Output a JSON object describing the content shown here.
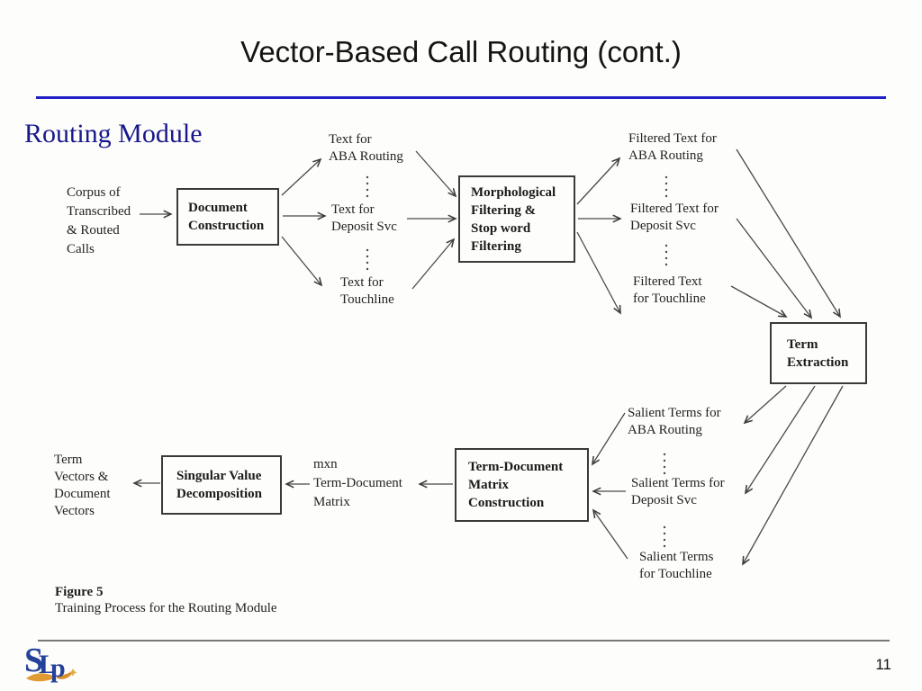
{
  "slide": {
    "title": "Vector-Based Call Routing (cont.)",
    "heading": "Routing Module",
    "page_number": "11",
    "colors": {
      "title_rule_blue": "#2121c6",
      "heading_blue": "#18188c",
      "diagram_ink": "#3d3d3d",
      "footer_line_gray": "#787878",
      "logo_blue": "#25429b",
      "logo_orange": "#e09b35"
    },
    "logo": {
      "letters": [
        "S",
        "L",
        "p"
      ]
    }
  },
  "diagram": {
    "boxes": {
      "doc_construction": {
        "lines": [
          "Document",
          "Construction"
        ]
      },
      "morph_filtering": {
        "lines": [
          "Morphological",
          "Filtering &",
          "Stop word",
          "Filtering"
        ]
      },
      "term_extraction": {
        "lines": [
          "Term",
          "Extraction"
        ]
      },
      "td_matrix": {
        "lines": [
          "Term-Document",
          "Matrix",
          "Construction"
        ]
      },
      "svd": {
        "lines": [
          "Singular Value",
          "Decomposition"
        ]
      }
    },
    "labels": {
      "corpus": {
        "lines": [
          "Corpus of",
          "Transcribed",
          "& Routed",
          "Calls"
        ]
      },
      "text_aba": {
        "lines": [
          "Text for",
          "ABA Routing"
        ]
      },
      "text_deposit": {
        "lines": [
          "Text for",
          "Deposit Svc"
        ]
      },
      "text_touchline": {
        "lines": [
          "Text for",
          "Touchline"
        ]
      },
      "filtered_aba": {
        "lines": [
          "Filtered Text for",
          "ABA Routing"
        ]
      },
      "filtered_deposit": {
        "lines": [
          "Filtered Text for",
          "Deposit Svc"
        ]
      },
      "filtered_touchline": {
        "lines": [
          "Filtered Text",
          "for Touchline"
        ]
      },
      "salient_aba": {
        "lines": [
          "Salient Terms for",
          "ABA Routing"
        ]
      },
      "salient_deposit": {
        "lines": [
          "Salient Terms for",
          "Deposit Svc"
        ]
      },
      "salient_touchline": {
        "lines": [
          "Salient Terms",
          "for Touchline"
        ]
      },
      "mxn_matrix": {
        "lines": [
          "mxn",
          "Term-Document",
          "Matrix"
        ]
      },
      "term_vectors": {
        "lines": [
          "Term",
          "Vectors &",
          "Document",
          "Vectors"
        ]
      }
    },
    "caption": {
      "figure_label": "Figure 5",
      "figure_text": "Training Process for the Routing Module"
    }
  }
}
